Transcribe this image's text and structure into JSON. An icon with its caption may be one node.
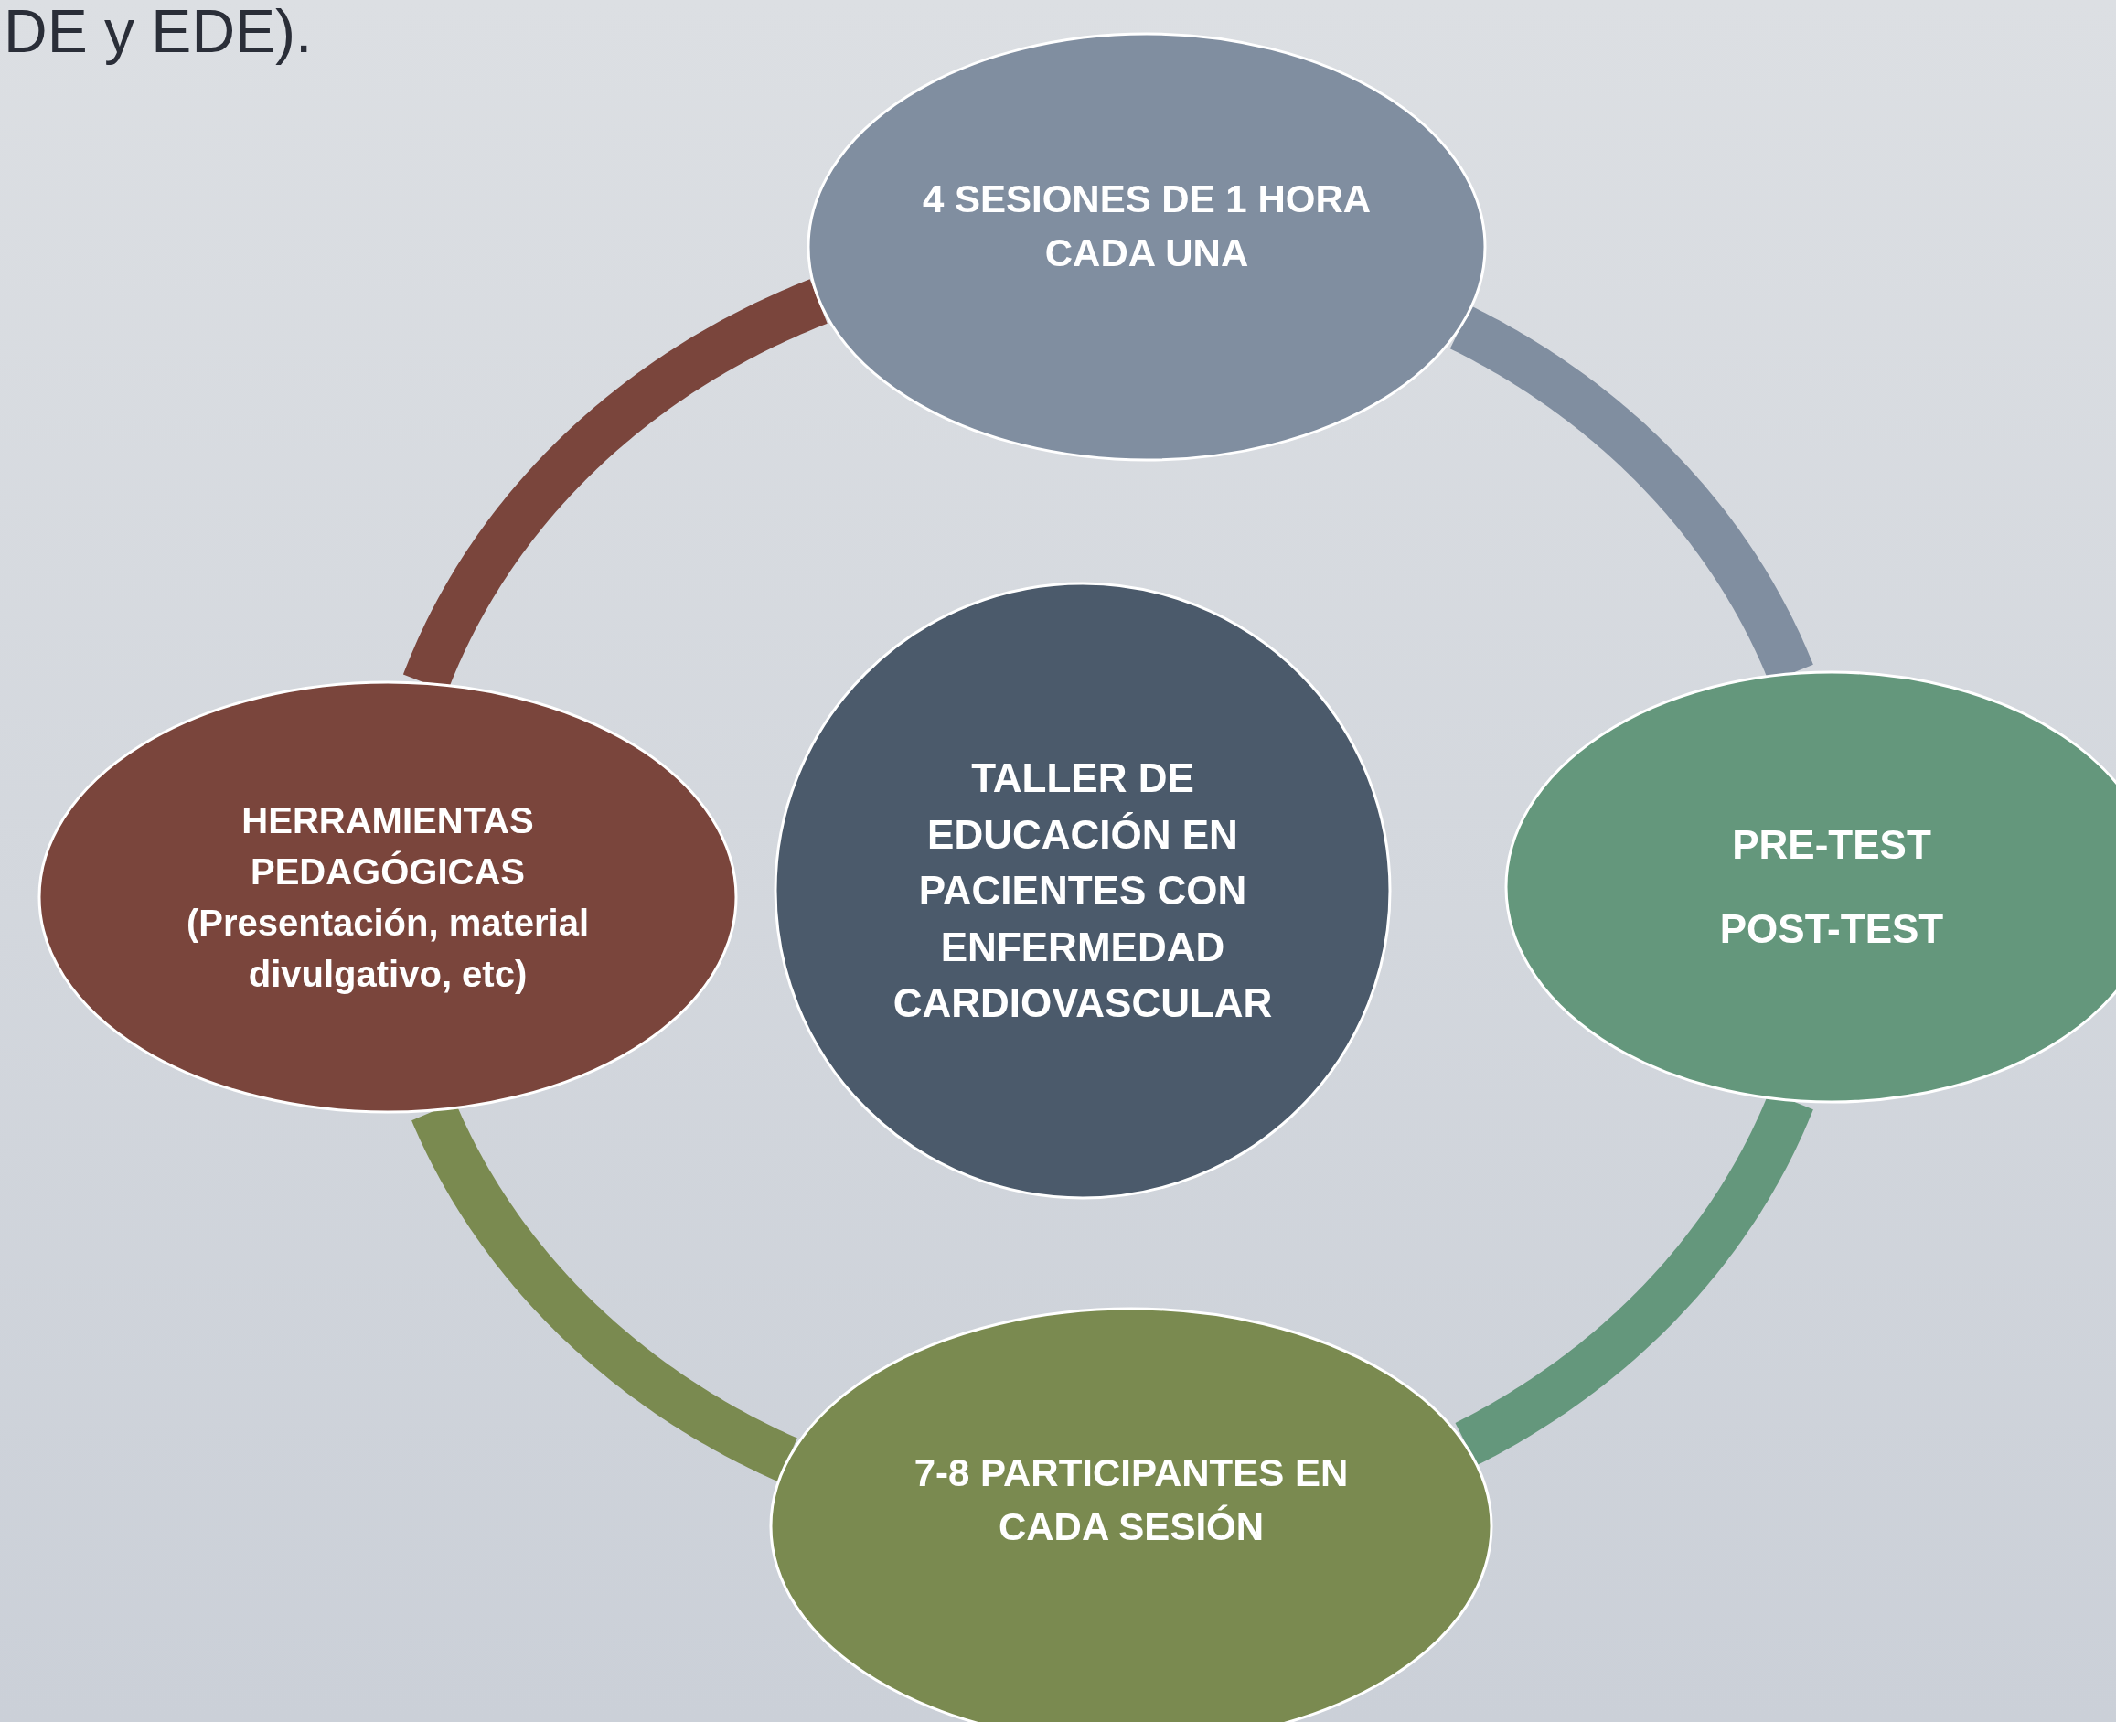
{
  "diagram": {
    "nodes": [
      {
        "text": [
          "TALLER DE EDUCACIÓN EN PACIENTES CON ENFERMEDAD CARDIOVASCULAR"
        ]
      },
      {
        "text": [
          "4 SESIONES DE 1 HORA CADA UNA"
        ]
      },
      {
        "text": [
          "PRE-TEST",
          "POST-TEST"
        ]
      },
      {
        "text": [
          "7-8 PARTICIPANTES EN CADA SESIÓN"
        ]
      },
      {
        "text": [
          "HERRAMIENTAS PEDAGÓGICAS",
          "(Presentación, material divulgativo, etc)"
        ]
      }
    ],
    "edges": [
      {
        "from": 1,
        "to": 2,
        "arrow": "none",
        "color": "#808ea0"
      },
      {
        "from": 2,
        "to": 3,
        "arrow": "none",
        "color": "#64977c"
      },
      {
        "from": 3,
        "to": 4,
        "arrow": "none",
        "color": "#7a8a50"
      },
      {
        "from": 4,
        "to": 1,
        "arrow": "none",
        "color": "#7a453c"
      }
    ],
    "labels": [
      "DE y EDE)."
    ]
  }
}
